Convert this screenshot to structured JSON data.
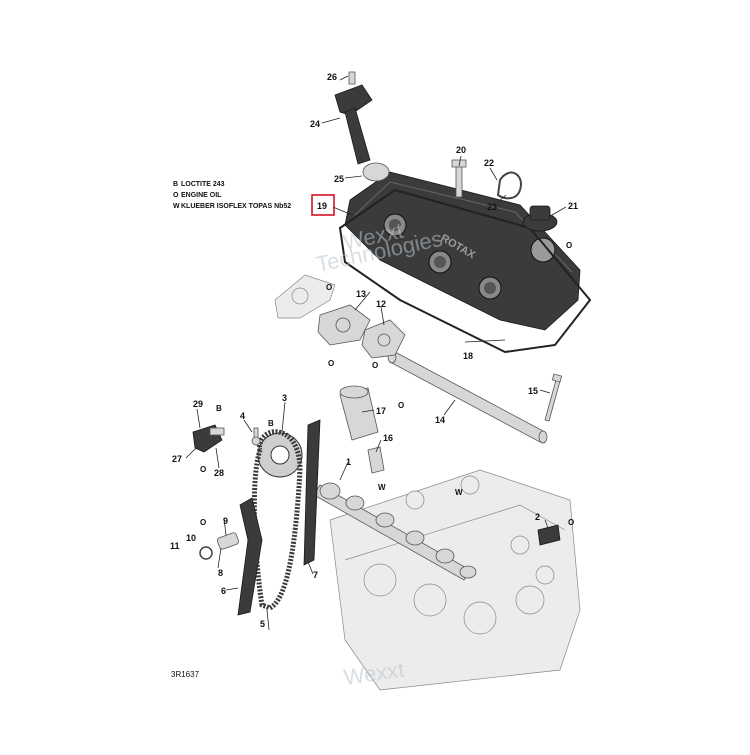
{
  "legend": [
    {
      "mark": "B",
      "text": "LOCTITE 243"
    },
    {
      "mark": "O",
      "text": "ENGINE OIL"
    },
    {
      "mark": "W",
      "text": "KLUEBER ISOFLEX TOPAS Nb52"
    }
  ],
  "highlighted_part": "19",
  "cover_logo": "ROTAX",
  "watermark_1": "Wexxt",
  "watermark_2": "Technologies",
  "watermark_3": "Wexxt",
  "drawing_code": "3R1637",
  "parts": [
    "1",
    "2",
    "3",
    "4",
    "5",
    "6",
    "7",
    "8",
    "9",
    "10",
    "11",
    "12",
    "13",
    "14",
    "15",
    "16",
    "17",
    "18",
    "19",
    "20",
    "21",
    "22",
    "23",
    "24",
    "25",
    "26",
    "27",
    "28",
    "29"
  ],
  "colors": {
    "highlight_box": "#d0021b",
    "parts_dark": "#3b3b3b",
    "parts_light": "#d7d7d7"
  }
}
